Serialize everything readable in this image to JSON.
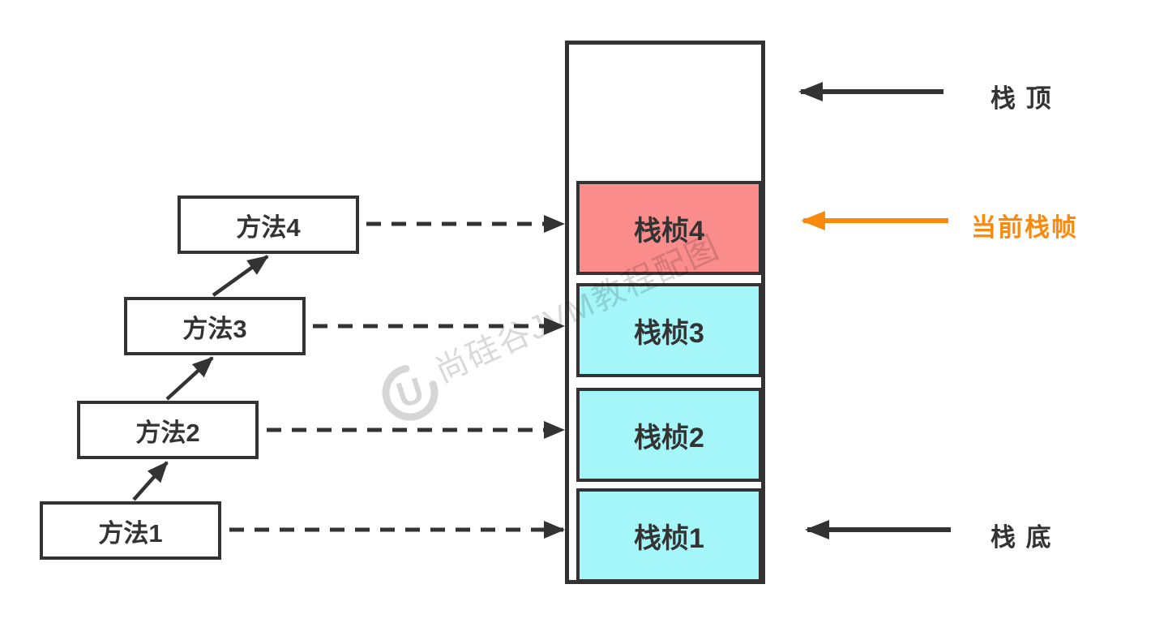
{
  "diagram": {
    "title_hint": "JVM virtual machine stack frames diagram",
    "stack": {
      "frames": [
        {
          "label": "栈桢4",
          "state": "current"
        },
        {
          "label": "栈桢3",
          "state": "normal"
        },
        {
          "label": "栈桢2",
          "state": "normal"
        },
        {
          "label": "栈桢1",
          "state": "normal"
        }
      ]
    },
    "methods": [
      {
        "label": "方法1"
      },
      {
        "label": "方法2"
      },
      {
        "label": "方法3"
      },
      {
        "label": "方法4"
      }
    ],
    "annotations": {
      "stack_top": "栈 顶",
      "current_frame": "当前栈帧",
      "stack_bottom": "栈 底"
    },
    "watermark": {
      "logo_letter": "U",
      "text": "尚硅谷JVM教程配图"
    },
    "colors": {
      "line_dark": "#333333",
      "frame_current_fill": "#FA8C8C",
      "frame_normal_fill": "#A5F6F8",
      "accent_orange": "#F98A0D",
      "watermark_gray": "#D9D9D9"
    }
  }
}
